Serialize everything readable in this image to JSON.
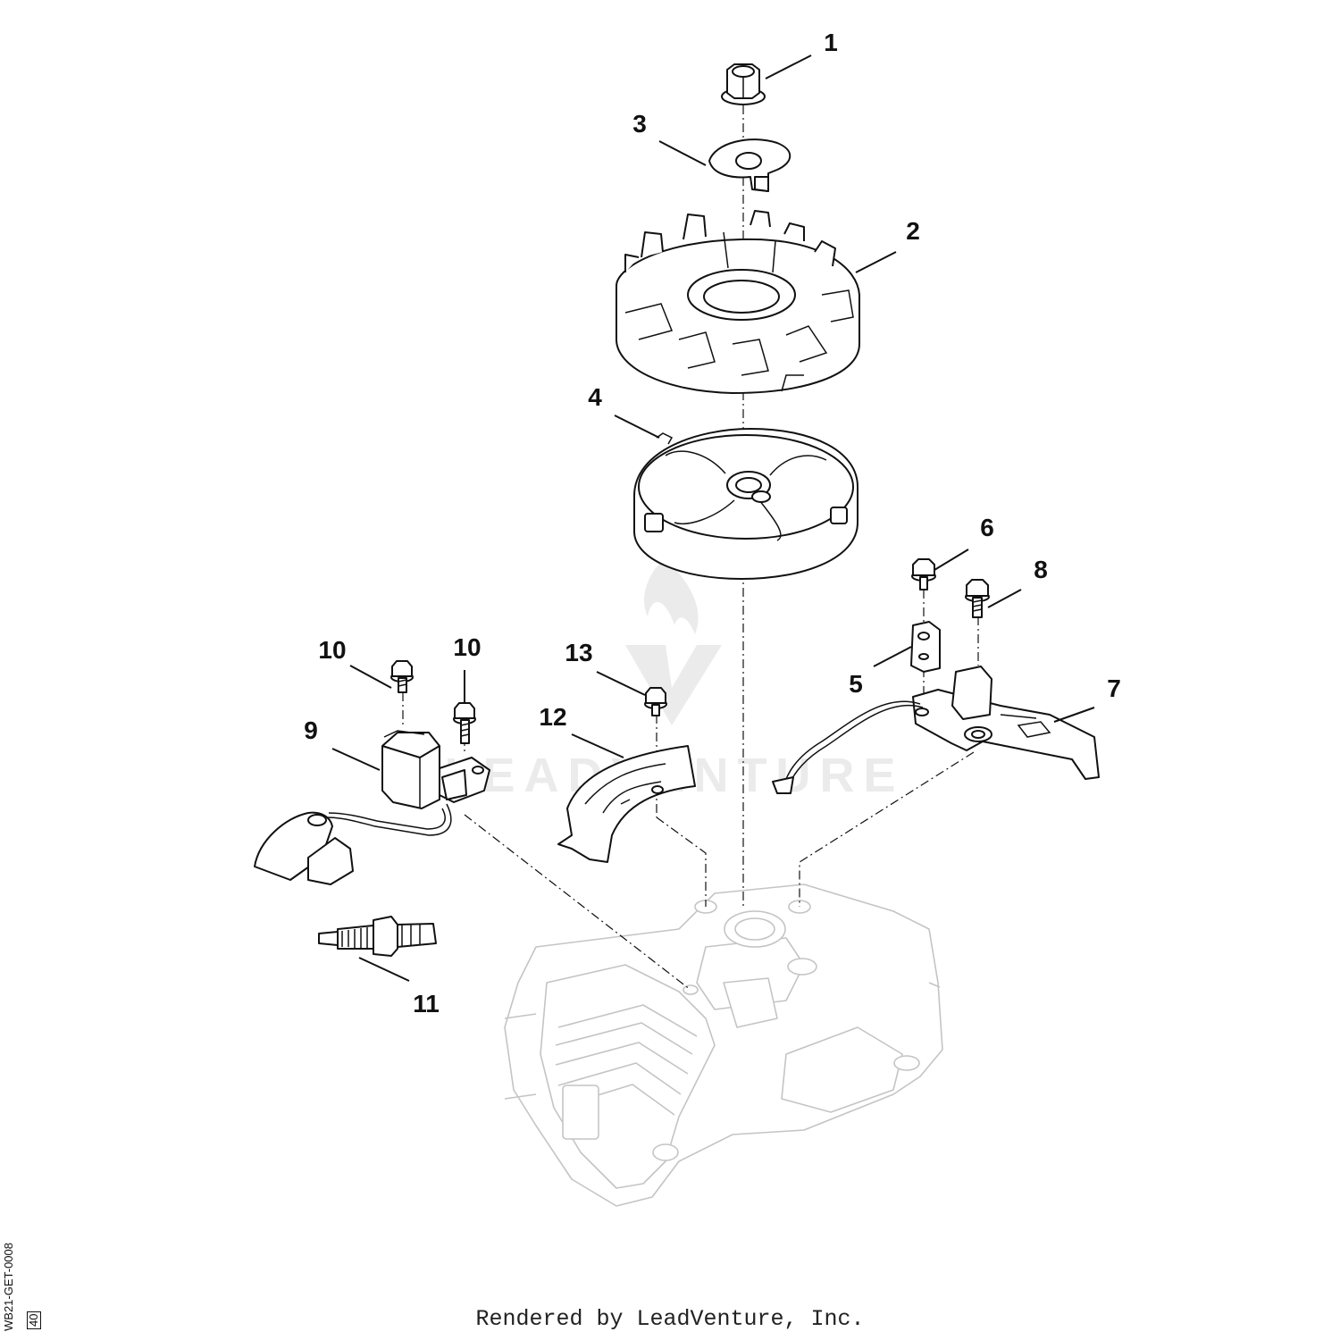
{
  "diagram": {
    "callouts": [
      {
        "id": "1",
        "label": "1"
      },
      {
        "id": "2",
        "label": "2"
      },
      {
        "id": "3",
        "label": "3"
      },
      {
        "id": "4",
        "label": "4"
      },
      {
        "id": "5",
        "label": "5"
      },
      {
        "id": "6",
        "label": "6"
      },
      {
        "id": "7",
        "label": "7"
      },
      {
        "id": "8",
        "label": "8"
      },
      {
        "id": "9",
        "label": "9"
      },
      {
        "id": "10a",
        "label": "10"
      },
      {
        "id": "10b",
        "label": "10"
      },
      {
        "id": "11",
        "label": "11"
      },
      {
        "id": "12",
        "label": "12"
      },
      {
        "id": "13",
        "label": "13"
      }
    ],
    "watermark_text": "LEADVENTURE",
    "drawing_id": "WB21-GET-0008",
    "drawing_rev": "40"
  },
  "footer": {
    "text": "Rendered by LeadVenture, Inc."
  },
  "colors": {
    "line": "#111111",
    "ghost_line": "#c4c4c4",
    "watermark": "#ebebeb"
  }
}
